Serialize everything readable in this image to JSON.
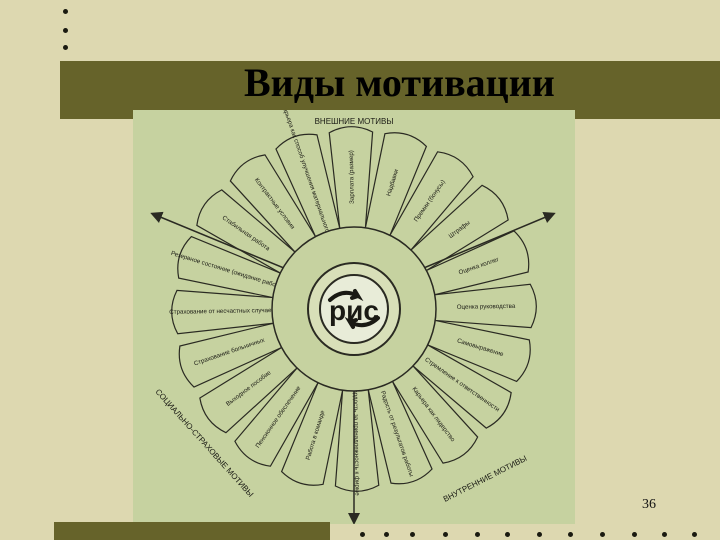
{
  "slide": {
    "title": "Виды мотивации",
    "page_number": "36"
  },
  "diagram": {
    "logo_text": "рис",
    "outer_labels": {
      "top": "ВНЕШНИЕ МОТИВЫ",
      "bottom_left": "СОЦИАЛЬНО-СТРАХОВЫЕ МОТИВЫ",
      "bottom_right": "ВНУТРЕННИЕ МОТИВЫ"
    },
    "petals": [
      "Зарплата (размер)",
      "Надбавки",
      "Премии (бонусы)",
      "Штрафы",
      "Оценка коллег",
      "Оценка руководства",
      "Самовыражение",
      "Стремление к ответственности",
      "Карьера как лидерство",
      "Радость от результатов работы",
      "Гордость за принадлежность к фирме",
      "Работа в команде",
      "Пенсионное обеспечение",
      "Выходное пособие",
      "Страхование больничных",
      "Страхование от несчастных случаев",
      "Резервное состояние (ожидание работы)",
      "Стабильная работа",
      "Контрактные условия",
      "Карьера как способ улучшения материального положения"
    ],
    "colors": {
      "panel": "#c6d2a0",
      "ink": "#2a2a22"
    }
  }
}
